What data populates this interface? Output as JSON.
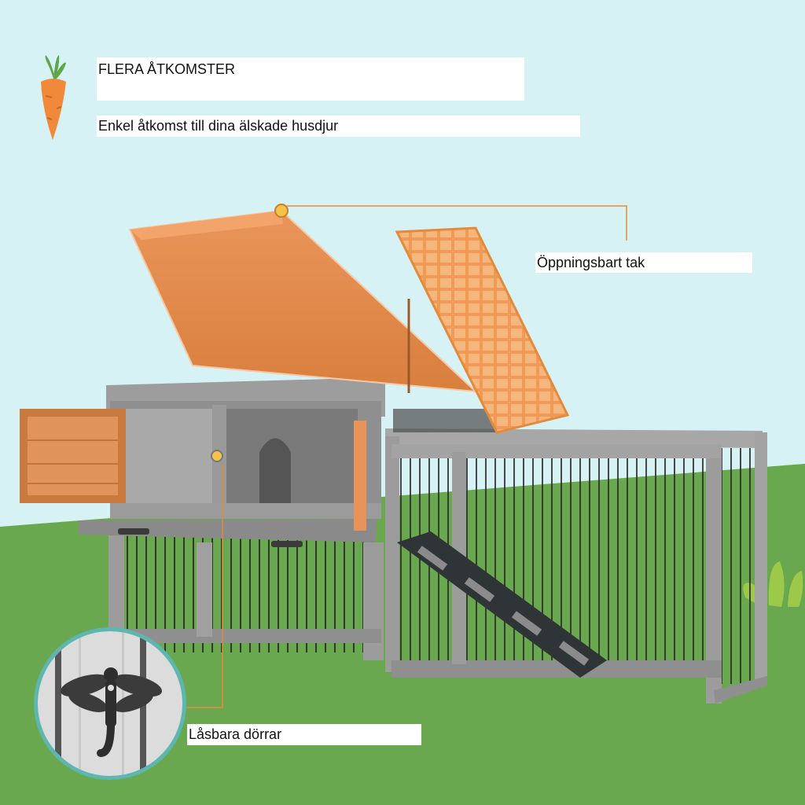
{
  "header": {
    "title": "FLERA ÅTKOMSTER",
    "subtitle": "Enkel åtkomst till dina älskade husdjur"
  },
  "callouts": {
    "roof": "Öppningsbart tak",
    "doors": "Låsbara dörrar"
  },
  "icons": {
    "header_icon": "carrot-icon",
    "detail_icon": "dragonfly-latch-icon"
  },
  "colors": {
    "sky": "#d6f2f5",
    "grass": "#6aa84f",
    "wood_orange": "#e08a4a",
    "frame_grey": "#9a9a9a",
    "callout_line": "#e58a3a"
  }
}
